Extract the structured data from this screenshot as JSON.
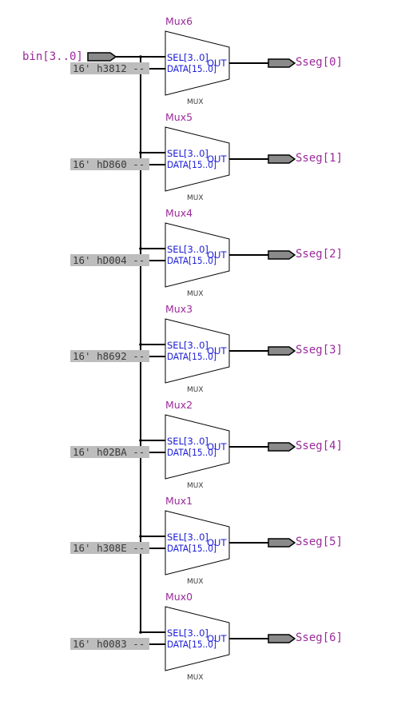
{
  "input_port": {
    "label": "bin[3..0]"
  },
  "mux_type_label": "MUX",
  "port_labels": {
    "sel": "SEL[3..0]",
    "data": "DATA[15..0]",
    "out": "OUT"
  },
  "muxes": [
    {
      "name": "Mux6",
      "constant": "16' h3812 --",
      "output": "Sseg[0]"
    },
    {
      "name": "Mux5",
      "constant": "16' hD860 --",
      "output": "Sseg[1]"
    },
    {
      "name": "Mux4",
      "constant": "16' hD004 --",
      "output": "Sseg[2]"
    },
    {
      "name": "Mux3",
      "constant": "16' h8692 --",
      "output": "Sseg[3]"
    },
    {
      "name": "Mux2",
      "constant": "16' h02BA --",
      "output": "Sseg[4]"
    },
    {
      "name": "Mux1",
      "constant": "16' h308E --",
      "output": "Sseg[5]"
    },
    {
      "name": "Mux0",
      "constant": "16' h0083 --",
      "output": "Sseg[6]"
    }
  ]
}
